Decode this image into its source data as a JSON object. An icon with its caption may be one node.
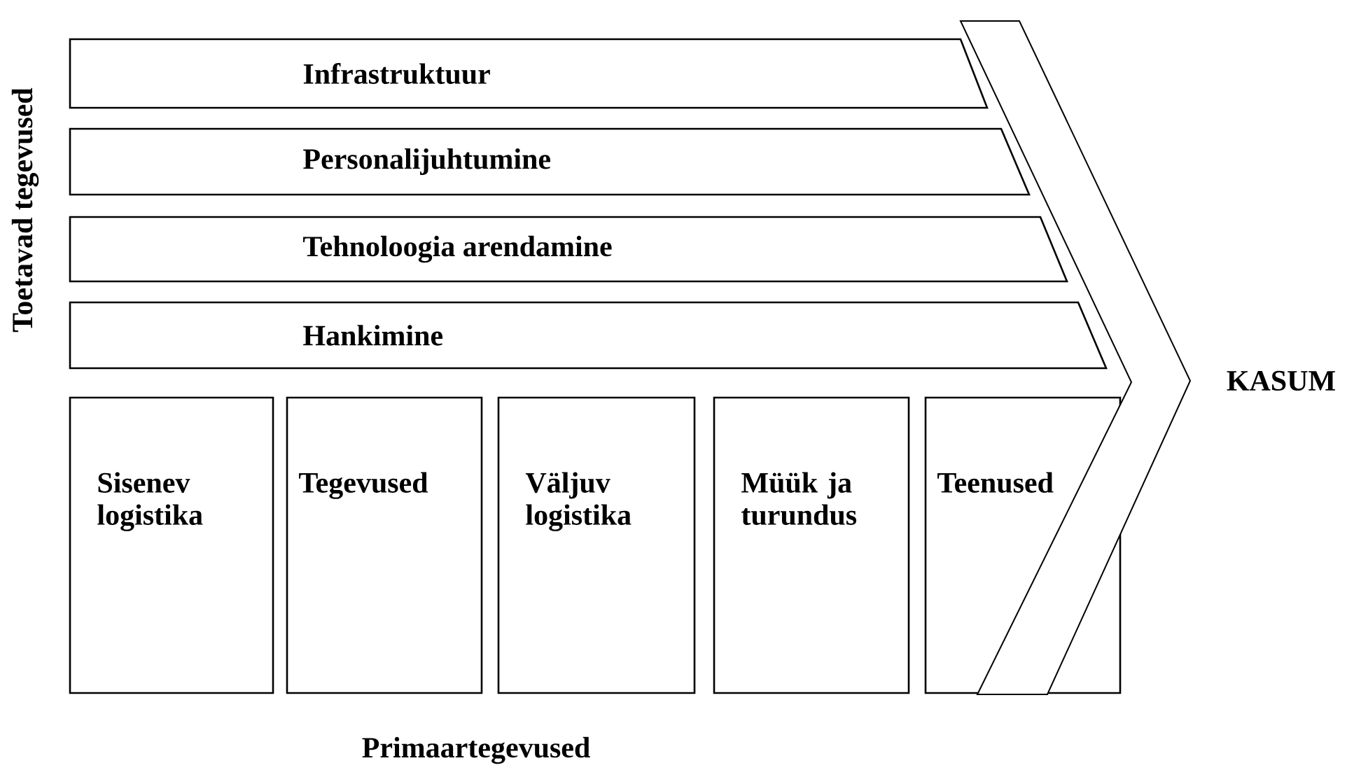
{
  "diagram": {
    "nodes": [
      {
        "text": [
          "Infrastruktuur"
        ]
      },
      {
        "text": [
          "Personalijuhtumine"
        ]
      },
      {
        "text": [
          "Tehnoloogia arendamine"
        ]
      },
      {
        "text": [
          "Hankimine"
        ]
      },
      {
        "text": [
          "Sisenev logistika"
        ]
      },
      {
        "text": [
          "Tegevused"
        ]
      },
      {
        "text": [
          "Väljuv logistika"
        ]
      },
      {
        "text": [
          "Müük ja turundus"
        ]
      },
      {
        "text": [
          "Teenused"
        ]
      },
      {
        "text": [],
        "shape": "chevron"
      }
    ],
    "labels": [
      "Toetavad tegevused",
      "KASUM",
      "Primaartegevused"
    ]
  }
}
